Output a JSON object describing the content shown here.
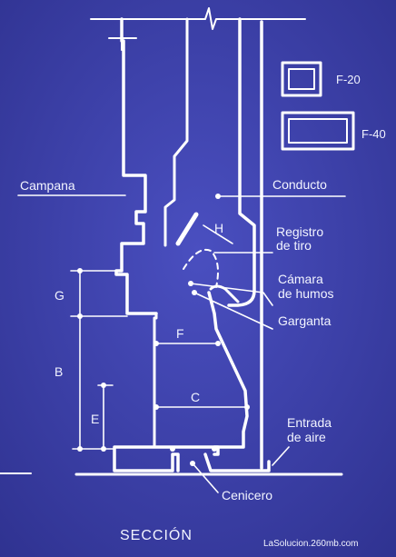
{
  "title": "SECCIÓN",
  "watermark": "LaSolucion.260mb.com",
  "colors": {
    "background": "#3b3fa8",
    "line": "#ffffff"
  },
  "legend": [
    {
      "code": "F-20"
    },
    {
      "code": "F-40"
    }
  ],
  "labels": {
    "campana": "Campana",
    "conducto": "Conducto",
    "registro_1": "Registro",
    "registro_2": "de tiro",
    "camara_1": "Cámara",
    "camara_2": "de humos",
    "garganta": "Garganta",
    "entrada_1": "Entrada",
    "entrada_2": "de aire",
    "cenicero": "Cenicero"
  },
  "dimensions": {
    "g": "G",
    "b": "B",
    "e": "E",
    "f": "F",
    "c": "C",
    "h": "H"
  }
}
